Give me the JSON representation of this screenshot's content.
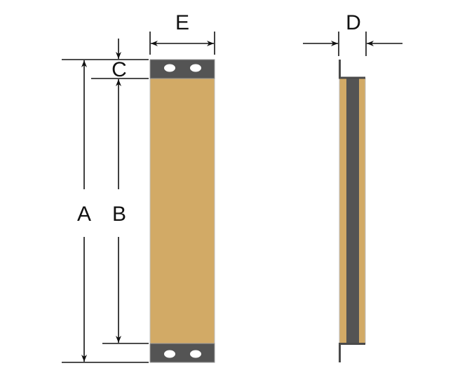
{
  "labels": {
    "a": "A",
    "b": "B",
    "c": "C",
    "d": "D",
    "e": "E"
  },
  "colors": {
    "plate": "#D2AA66",
    "tab": "#545454",
    "outline": "#b8b8b8",
    "line": "#111111"
  }
}
